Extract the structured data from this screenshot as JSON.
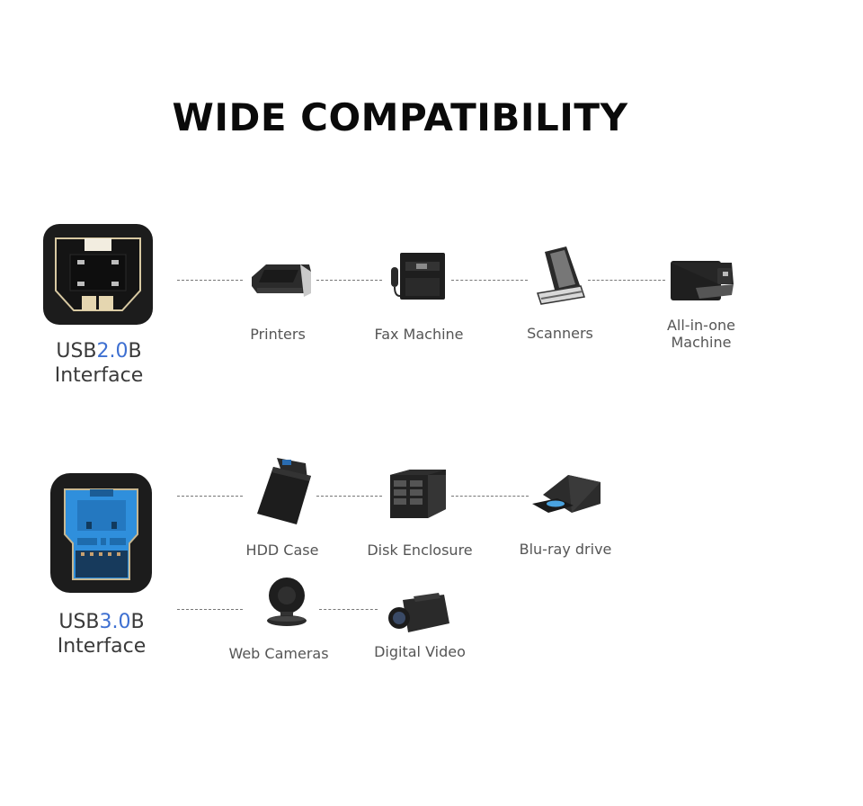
{
  "title": "WIDE COMPATIBILITY",
  "colors": {
    "accent_blue": "#3d6fd1",
    "text_dark": "#0a0a0a",
    "label_gray": "#555555",
    "usb3_blue": "#2f8fdc",
    "gold": "#d8c9a2"
  },
  "usb2": {
    "prefix": "USB",
    "version": "2.0",
    "suffix": "B",
    "line2": "Interface",
    "icon": "usb-b-2-port-icon",
    "devices": [
      {
        "label": "Printers",
        "icon": "printer-icon"
      },
      {
        "label": "Fax Machine",
        "icon": "fax-machine-icon"
      },
      {
        "label": "Scanners",
        "icon": "scanner-icon"
      },
      {
        "label_line1": "All-in-one",
        "label_line2": "Machine",
        "icon": "all-in-one-printer-icon"
      }
    ]
  },
  "usb3": {
    "prefix": "USB",
    "version": "3.0",
    "suffix": "B",
    "line2": "Interface",
    "icon": "usb-b-3-port-icon",
    "devices": [
      {
        "label": "HDD Case",
        "icon": "hdd-case-icon"
      },
      {
        "label": "Disk Enclosure",
        "icon": "disk-enclosure-icon"
      },
      {
        "label": "Blu-ray drive",
        "icon": "bluray-drive-icon"
      },
      {
        "label": "Web Cameras",
        "icon": "web-camera-icon"
      },
      {
        "label": "Digital Video",
        "icon": "camcorder-icon"
      }
    ]
  }
}
